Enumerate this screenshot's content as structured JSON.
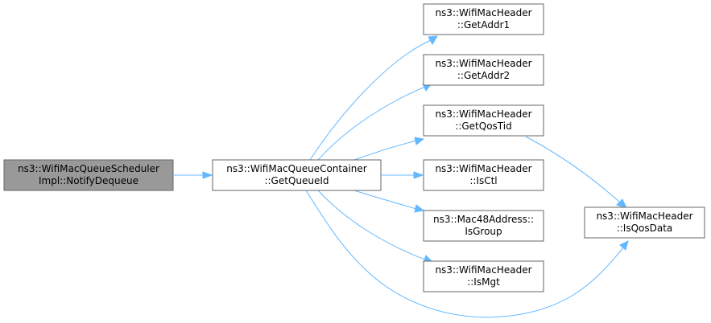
{
  "nodes": {
    "notify_dequeue": {
      "line1": "ns3::WifiMacQueueScheduler",
      "line2": "Impl::NotifyDequeue"
    },
    "get_queue_id": {
      "line1": "ns3::WifiMacQueueContainer",
      "line2": "::GetQueueId"
    },
    "get_addr1": {
      "line1": "ns3::WifiMacHeader",
      "line2": "::GetAddr1"
    },
    "get_addr2": {
      "line1": "ns3::WifiMacHeader",
      "line2": "::GetAddr2"
    },
    "get_qos_tid": {
      "line1": "ns3::WifiMacHeader",
      "line2": "::GetQosTid"
    },
    "is_ctl": {
      "line1": "ns3::WifiMacHeader",
      "line2": "::IsCtl"
    },
    "is_group": {
      "line1": "ns3::Mac48Address::",
      "line2": "IsGroup"
    },
    "is_mgt": {
      "line1": "ns3::WifiMacHeader",
      "line2": "::IsMgt"
    },
    "is_qos_data": {
      "line1": "ns3::WifiMacHeader",
      "line2": "::IsQosData"
    }
  },
  "edges": [
    {
      "from": "notify_dequeue",
      "to": "get_queue_id"
    },
    {
      "from": "get_queue_id",
      "to": "get_addr1"
    },
    {
      "from": "get_queue_id",
      "to": "get_addr2"
    },
    {
      "from": "get_queue_id",
      "to": "get_qos_tid"
    },
    {
      "from": "get_queue_id",
      "to": "is_ctl"
    },
    {
      "from": "get_queue_id",
      "to": "is_group"
    },
    {
      "from": "get_queue_id",
      "to": "is_mgt"
    },
    {
      "from": "get_queue_id",
      "to": "is_qos_data"
    },
    {
      "from": "get_qos_tid",
      "to": "is_qos_data"
    }
  ],
  "colors": {
    "edge": "#63b8ff",
    "root_fill": "#999999",
    "node_border": "#666666"
  }
}
